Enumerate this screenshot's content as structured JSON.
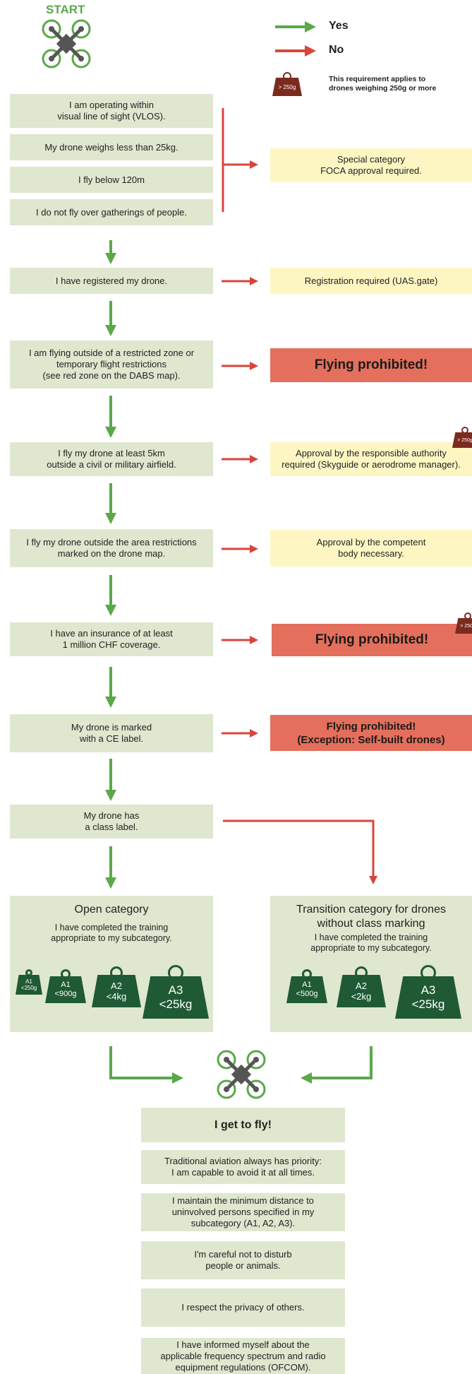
{
  "start_label": "START",
  "legend": {
    "yes": "Yes",
    "no": "No",
    "weight_badge": "> 250g",
    "weight_note": "This requirement applies to\ndrones weighing 250g or more"
  },
  "colors": {
    "yes": "#5aa84a",
    "no": "#d9453a",
    "green_box": "#dfe7cf",
    "yellow_box": "#fdf6c3",
    "red_box": "#e46f5c",
    "weight": "#1f5a35"
  },
  "steps": {
    "vlos": "I am operating within\nvisual line of sight (VLOS).",
    "weight": "My drone weighs less than 25kg.",
    "altitude": "I fly below 120m",
    "gatherings": "I do not fly over gatherings of people.",
    "registered": "I have registered my drone.",
    "restricted": "I am flying outside of a restricted zone or\ntemporary flight restrictions\n(see red zone on the DABS map).",
    "airfield": "I fly my drone at least 5km\noutside a civil or military airfield.",
    "area": "I fly my drone outside the area restrictions\nmarked on the drone map.",
    "insurance": "I have an insurance of at least\n1 million CHF coverage.",
    "ce": "My drone is marked\nwith a CE label.",
    "class": "My drone has\na class label."
  },
  "outcomes": {
    "special": "Special category\nFOCA approval required.",
    "registration": "Registration required (UAS.gate)",
    "prohibited1": "Flying prohibited!",
    "authority": "Approval by the responsible authority\nrequired (Skyguide or aerodrome manager).",
    "competent": "Approval by the competent\nbody necessary.",
    "prohibited2": "Flying prohibited!",
    "prohibited3": "Flying prohibited!\n(Exception: Self-built drones)"
  },
  "open_category": {
    "title": "Open category",
    "desc": "I have completed the training\nappropriate to my subcategory.",
    "weights": [
      {
        "class": "A1",
        "limit": "<250g"
      },
      {
        "class": "A1",
        "limit": "<900g"
      },
      {
        "class": "A2",
        "limit": "<4kg"
      },
      {
        "class": "A3",
        "limit": "<25kg"
      }
    ]
  },
  "transition_category": {
    "title": "Transition category for drones\nwithout class marking",
    "desc": "I have completed the training\nappropriate to my subcategory.",
    "weights": [
      {
        "class": "A1",
        "limit": "<500g"
      },
      {
        "class": "A2",
        "limit": "<2kg"
      },
      {
        "class": "A3",
        "limit": "<25kg"
      }
    ]
  },
  "final": {
    "title": "I get to fly!",
    "rules": [
      "Traditional aviation always has priority:\nI am capable to avoid it at all times.",
      "I maintain the minimum distance to\nuninvolved persons specified in my\nsubcategory (A1, A2, A3).",
      "I'm careful not to disturb\npeople or animals.",
      "I respect the privacy of others.",
      "I have informed myself about the\napplicable frequency spectrum and radio\nequipment regulations (OFCOM)."
    ]
  }
}
